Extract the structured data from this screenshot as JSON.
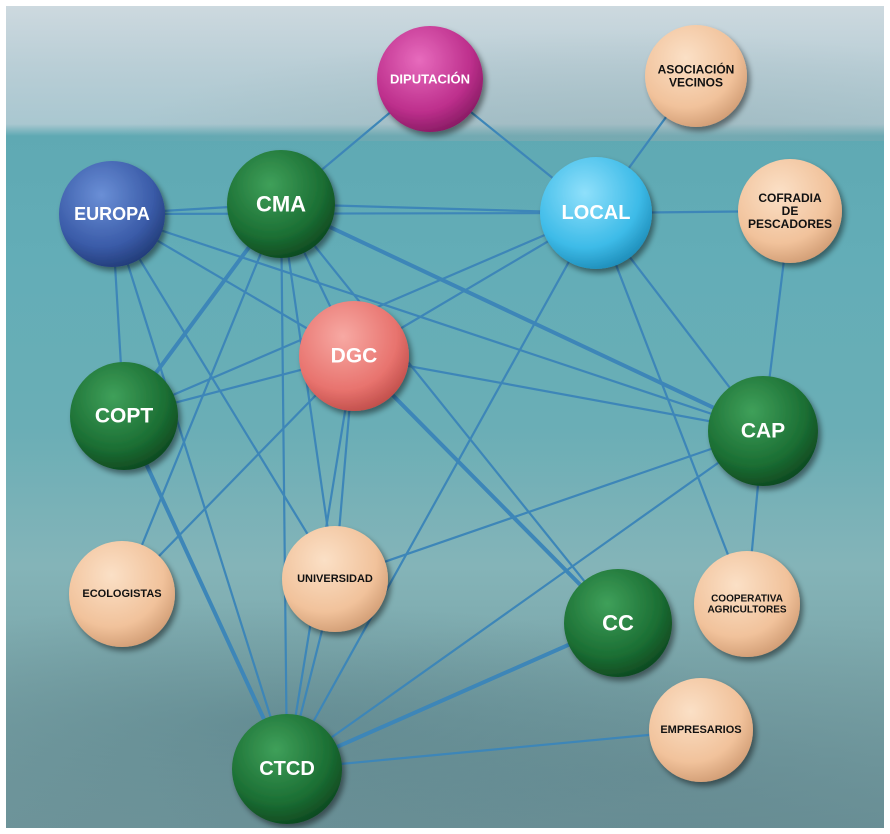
{
  "colors": {
    "green": "#1f7a3a",
    "peach": "#f3c9a4",
    "blue": "#3f63b0",
    "cyan": "#45c1ea",
    "magenta": "#c0338f",
    "salmon": "#ec7b76",
    "edge": "#3d86b8"
  },
  "nodes": [
    {
      "id": "diputacion",
      "label": "DIPUTACIÓN",
      "color": "magenta"
    },
    {
      "id": "asociacion",
      "label": "ASOCIACIÓN VECINOS",
      "color": "peach"
    },
    {
      "id": "europa",
      "label": "EUROPA",
      "color": "blue"
    },
    {
      "id": "cma",
      "label": "CMA",
      "color": "green"
    },
    {
      "id": "local",
      "label": "LOCAL",
      "color": "cyan"
    },
    {
      "id": "cofradia",
      "label": "COFRADIA DE PESCADORES",
      "color": "peach"
    },
    {
      "id": "dgc",
      "label": "DGC",
      "color": "salmon"
    },
    {
      "id": "copt",
      "label": "COPT",
      "color": "green"
    },
    {
      "id": "cap",
      "label": "CAP",
      "color": "green"
    },
    {
      "id": "ecologistas",
      "label": "ECOLOGISTAS",
      "color": "peach"
    },
    {
      "id": "universidad",
      "label": "UNIVERSIDAD",
      "color": "peach"
    },
    {
      "id": "cc",
      "label": "CC",
      "color": "green"
    },
    {
      "id": "cooperativa",
      "label": "COOPERATIVA AGRICULTORES",
      "color": "peach"
    },
    {
      "id": "empresarios",
      "label": "EMPRESARIOS",
      "color": "peach"
    },
    {
      "id": "ctcd",
      "label": "CTCD",
      "color": "green"
    }
  ],
  "edges": [
    [
      "diputacion",
      "cma"
    ],
    [
      "diputacion",
      "local"
    ],
    [
      "asociacion",
      "local"
    ],
    [
      "cofradia",
      "local"
    ],
    [
      "cofradia",
      "cap"
    ],
    [
      "europa",
      "cma"
    ],
    [
      "europa",
      "copt"
    ],
    [
      "europa",
      "dgc"
    ],
    [
      "europa",
      "local"
    ],
    [
      "europa",
      "cap"
    ],
    [
      "europa",
      "ctcd"
    ],
    [
      "europa",
      "universidad"
    ],
    [
      "cma",
      "local"
    ],
    [
      "cma",
      "copt"
    ],
    [
      "cma",
      "dgc"
    ],
    [
      "cma",
      "ecologistas"
    ],
    [
      "cma",
      "universidad"
    ],
    [
      "cma",
      "ctcd"
    ],
    [
      "cma",
      "cap"
    ],
    [
      "cma",
      "cc"
    ],
    [
      "local",
      "copt"
    ],
    [
      "local",
      "dgc"
    ],
    [
      "local",
      "cap"
    ],
    [
      "local",
      "cooperativa"
    ],
    [
      "local",
      "ctcd"
    ],
    [
      "dgc",
      "copt"
    ],
    [
      "dgc",
      "cap"
    ],
    [
      "dgc",
      "cc"
    ],
    [
      "dgc",
      "universidad"
    ],
    [
      "dgc",
      "ecologistas"
    ],
    [
      "dgc",
      "ctcd"
    ],
    [
      "copt",
      "ctcd"
    ],
    [
      "cap",
      "universidad"
    ],
    [
      "cap",
      "ctcd"
    ],
    [
      "cap",
      "cooperativa"
    ],
    [
      "universidad",
      "ctcd"
    ],
    [
      "cc",
      "ctcd"
    ],
    [
      "empresarios",
      "ctcd"
    ]
  ]
}
